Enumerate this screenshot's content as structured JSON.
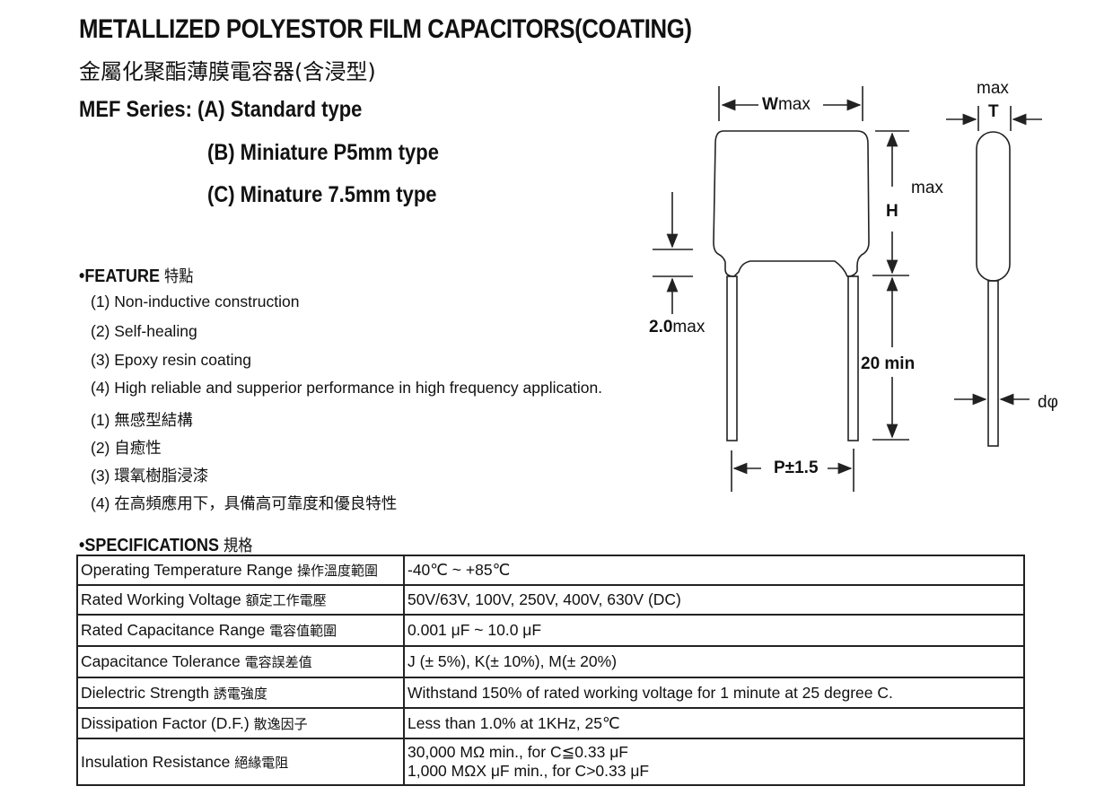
{
  "title": "METALLIZED POLYESTOR FILM CAPACITORS(COATING)",
  "subtitle": "金屬化聚酯薄膜電容器(含浸型)",
  "series": {
    "prefix": "MEF Series:",
    "a": "(A) Standard type",
    "b": "(B) Miniature P5mm type",
    "c": "(C) Minature 7.5mm type"
  },
  "feature": {
    "heading": "FEATURE",
    "heading_cjk": "特點",
    "items": [
      "(1) Non-inductive construction",
      "(2) Self-healing",
      "(3) Epoxy resin coating",
      "(4) High reliable and supperior performance in high frequency application.",
      "(1) 無感型結構",
      "(2) 自癒性",
      "(3) 環氧樹脂浸漆",
      "(4) 在高頻應用下，具備高可靠度和優良特性"
    ]
  },
  "diagram": {
    "w": "W",
    "w_max": "max",
    "t_max": "max",
    "t": "T",
    "h": "H",
    "h_max": "max",
    "lead_gap": "2.0",
    "lead_gap_max": "max",
    "lead_len": "20 min",
    "pitch": "P±1.5",
    "d": "dφ"
  },
  "specs": {
    "heading": "SPECIFICATIONS",
    "heading_cjk": "規格",
    "rows": [
      {
        "label": "Operating Temperature Range",
        "cjk": "操作溫度範圍",
        "value": "-40℃  ~ +85℃"
      },
      {
        "label": "Rated Working Voltage",
        "cjk": "額定工作電壓",
        "value": "50V/63V, 100V, 250V, 400V, 630V (DC)"
      },
      {
        "label": "Rated Capacitance Range",
        "cjk": "電容值範圍",
        "value": "0.001 μF ~ 10.0 μF"
      },
      {
        "label": "Capacitance Tolerance",
        "cjk": "電容誤差值",
        "value": " J (± 5%), K(± 10%), M(± 20%)"
      },
      {
        "label": "Dielectric Strength",
        "cjk": "誘電強度",
        "value": " Withstand 150% of rated working voltage for 1 minute at 25 degree C."
      },
      {
        "label": "Dissipation Factor (D.F.)",
        "cjk": "散逸因子",
        "value": " Less than 1.0% at 1KHz, 25℃"
      },
      {
        "label": "Insulation Resistance",
        "cjk": "絕緣電阻",
        "value": "30,000 MΩ  min., for C≦0.33 μF",
        "value2": "1,000 MΩX μF min., for C>0.33 μF"
      }
    ]
  }
}
